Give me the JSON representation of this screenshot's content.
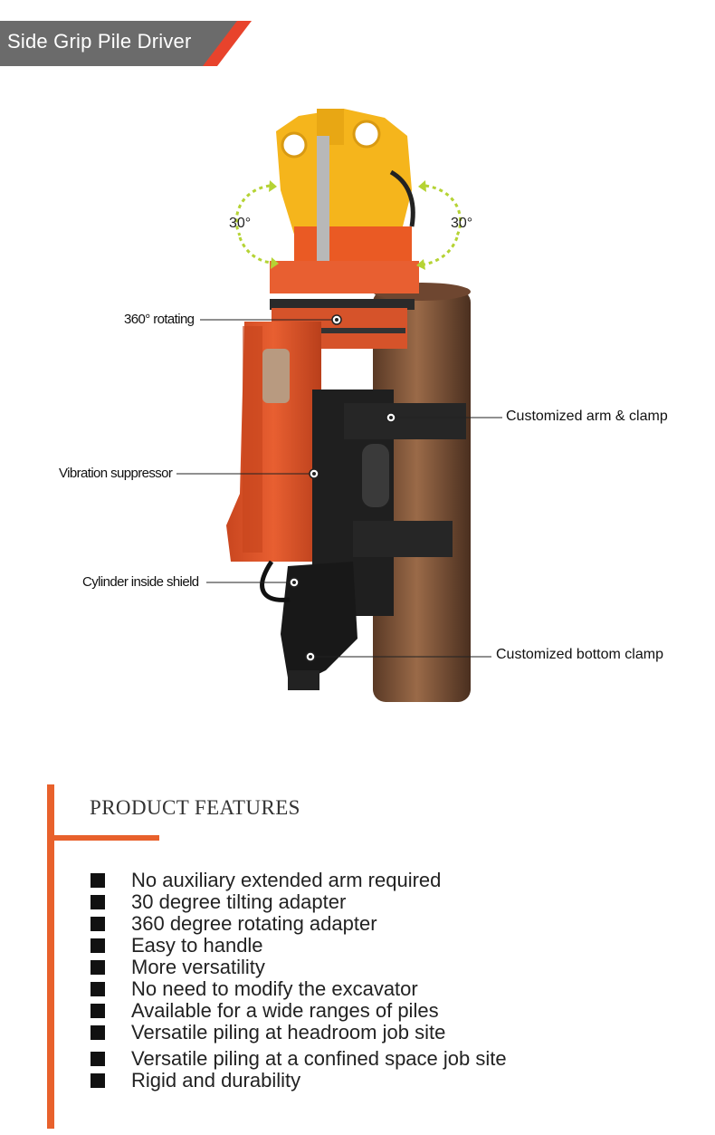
{
  "banner": {
    "title": "Side Grip Pile Driver"
  },
  "figure": {
    "tilt_left": "30°",
    "tilt_right": "30°",
    "callouts": {
      "rotating": "360° rotating",
      "suppressor": "Vibration suppressor",
      "cylinder": "Cylinder  inside shield",
      "arm_clamp": "Customized arm & clamp",
      "bottom_clamp": "Customized bottom clamp"
    }
  },
  "features": {
    "title": "PRODUCT FEATURES",
    "items": [
      "No auxiliary extended arm required",
      "30 degree tilting adapter",
      "360 degree rotating adapter",
      "Easy to handle",
      "More versatility",
      "No need to modify the excavator",
      "Available for a wide ranges of piles",
      "Versatile piling at headroom job site",
      "Versatile piling at a confined space job site",
      "Rigid and durability"
    ]
  },
  "colors": {
    "accent": "#e8612c",
    "banner_gray": "#6b6b6b",
    "machine_orange": "#e0562a",
    "adapter_yellow": "#f5b51c",
    "arrow_green": "#b5d334"
  }
}
